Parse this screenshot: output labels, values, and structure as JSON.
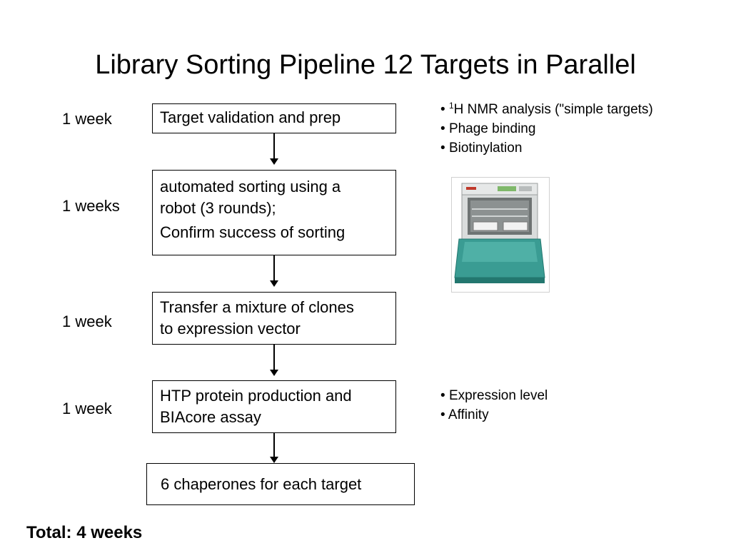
{
  "title": "Library Sorting Pipeline 12 Targets in Parallel",
  "steps": [
    {
      "duration": "1 week",
      "lines": [
        "Target validation and prep"
      ]
    },
    {
      "duration": "1 weeks",
      "lines": [
        "automated sorting using a",
        "robot (3 rounds);",
        "Confirm success of sorting"
      ]
    },
    {
      "duration": "1 week",
      "lines": [
        "Transfer a mixture of clones",
        "to expression vector"
      ]
    },
    {
      "duration": "1 week",
      "lines": [
        "HTP protein production and",
        "BIAcore assay"
      ]
    },
    {
      "lines": [
        "6 chaperones for each target"
      ]
    }
  ],
  "notes_top": {
    "items": [
      {
        "bullet": "•",
        "sup": "1",
        "text": "H NMR analysis (\"simple targets)"
      },
      {
        "bullet": "•",
        "text": "Phage binding"
      },
      {
        "bullet": "•",
        "text": "Biotinylation"
      }
    ]
  },
  "notes_bottom": {
    "items": [
      {
        "bullet": "•",
        "text": "Expression level"
      },
      {
        "bullet": "•",
        "text": "Affinity"
      }
    ]
  },
  "device_image": {
    "icon": "sorting-robot-instrument",
    "colors": {
      "body": "#d9dcdc",
      "base": "#3a9c93",
      "base_dark": "#23776f",
      "display": "#7fb86a"
    }
  },
  "total": "Total: 4 weeks"
}
